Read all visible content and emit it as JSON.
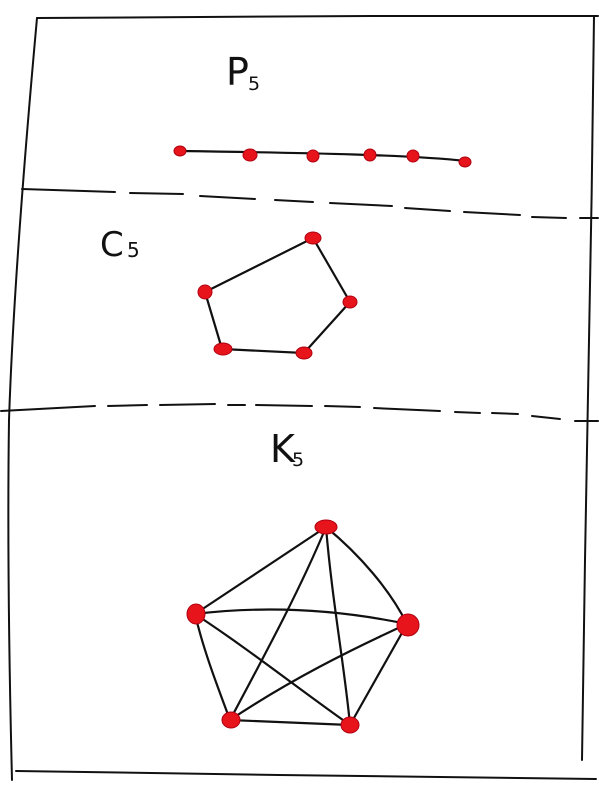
{
  "colors": {
    "ink": "#111111",
    "vertex": "#e8141c",
    "background": "#ffffff"
  },
  "diagrams": {
    "path": {
      "label_main": "P",
      "label_sub": "5"
    },
    "cycle": {
      "label_main": "C",
      "label_sub": "5"
    },
    "complete": {
      "label_main": "K",
      "label_sub": "5"
    }
  }
}
